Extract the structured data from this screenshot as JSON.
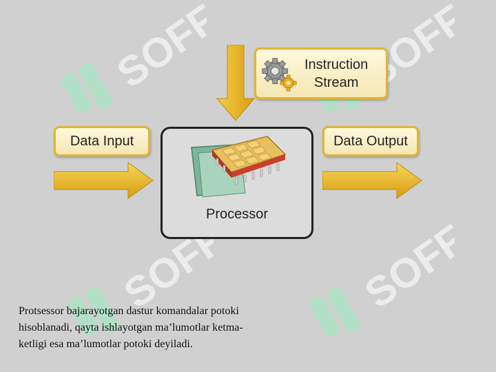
{
  "diagram": {
    "instruction_stream": {
      "line1": "Instruction",
      "line2": "Stream"
    },
    "data_input": "Data Input",
    "data_output": "Data Output",
    "processor": "Processor"
  },
  "caption": "Protsessor bajarayotgan dastur komandalar potoki hisoblanadi, qayta ishlayotgan ma’lumotlar ketma-ketligi esa ma’lumotlar potoki deyiladi.",
  "colors": {
    "arrow": "#e6b219",
    "box_border": "#e0b534",
    "background": "#d0d0d0",
    "watermark": "#ffffff",
    "watermark_green": "#8fe0b0"
  },
  "icons": [
    "gear-icon",
    "chip-icon",
    "soff-logo-watermark"
  ]
}
